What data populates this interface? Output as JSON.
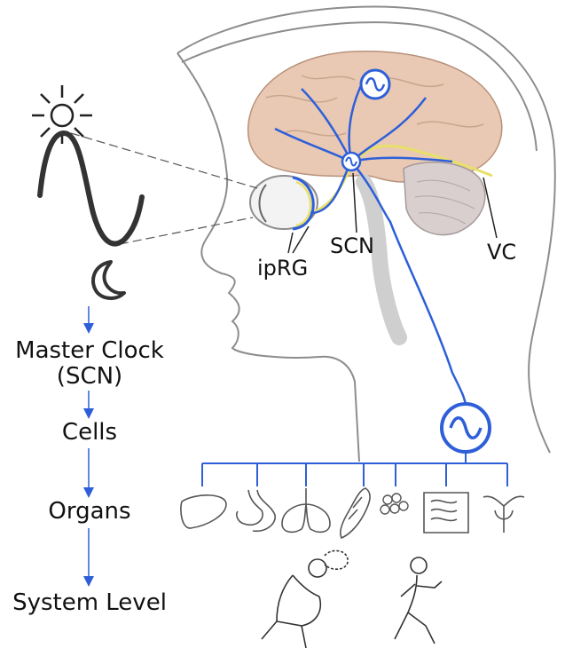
{
  "labels": {
    "scn": "SCN",
    "iprg": "ipRG",
    "vc": "VC"
  },
  "hierarchy": {
    "master_clock_line1": "Master Clock",
    "master_clock_line2": "(SCN)",
    "cells": "Cells",
    "organs": "Organs",
    "system_level": "System Level"
  },
  "colors": {
    "clock_blue": "#2e5fd9",
    "pathway_yellow": "#e8e06a",
    "brain_tan": "#e9c9b4",
    "outline_gray": "#8d8d8d",
    "ink": "#222222"
  },
  "icons": [
    "sun-icon",
    "moon-icon",
    "oscillator-icon",
    "liver-icon",
    "stomach-icon",
    "lungs-icon",
    "muscle-icon",
    "fat-cells-icon",
    "intestine-icon",
    "uterus-icon",
    "thinking-person-icon",
    "runner-icon"
  ]
}
